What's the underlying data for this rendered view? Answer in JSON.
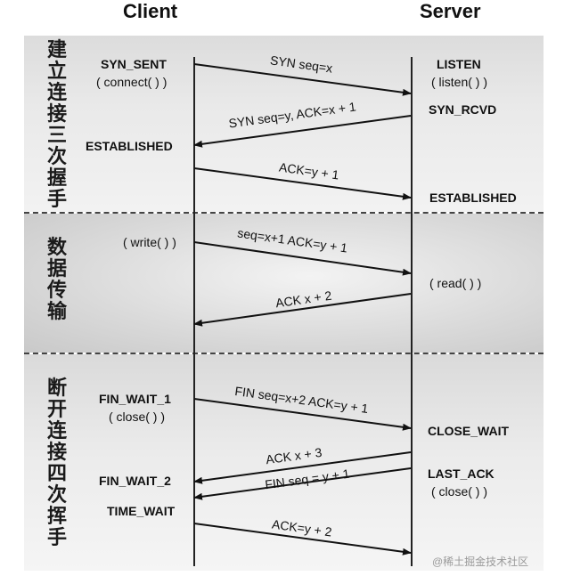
{
  "headers": {
    "client": "Client",
    "server": "Server"
  },
  "sections": {
    "handshake": "建立连接三次握手",
    "transfer": "数据传输",
    "teardown": "断开连接四次挥手"
  },
  "client_states": {
    "syn_sent": "SYN_SENT",
    "connect": "( connect( ) )",
    "established": "ESTABLISHED",
    "write": "( write( ) )",
    "fin_wait_1": "FIN_WAIT_1",
    "close": "( close( ) )",
    "fin_wait_2": "FIN_WAIT_2",
    "time_wait": "TIME_WAIT"
  },
  "server_states": {
    "listen": "LISTEN",
    "listen_call": "( listen( ) )",
    "syn_rcvd": "SYN_RCVD",
    "established": "ESTABLISHED",
    "read": "( read( ) )",
    "close_wait": "CLOSE_WAIT",
    "last_ack": "LAST_ACK",
    "close": "( close( ) )"
  },
  "messages": {
    "m1": "SYN seq=x",
    "m2": "SYN seq=y, ACK=x + 1",
    "m3": "ACK=y + 1",
    "m4": "seq=x+1 ACK=y + 1",
    "m5": "ACK x + 2",
    "m6": "FIN seq=x+2 ACK=y + 1",
    "m7": "ACK x + 3",
    "m8": "FIN seq = y + 1",
    "m9": "ACK=y + 2"
  },
  "watermark": "@稀土掘金技术社区"
}
